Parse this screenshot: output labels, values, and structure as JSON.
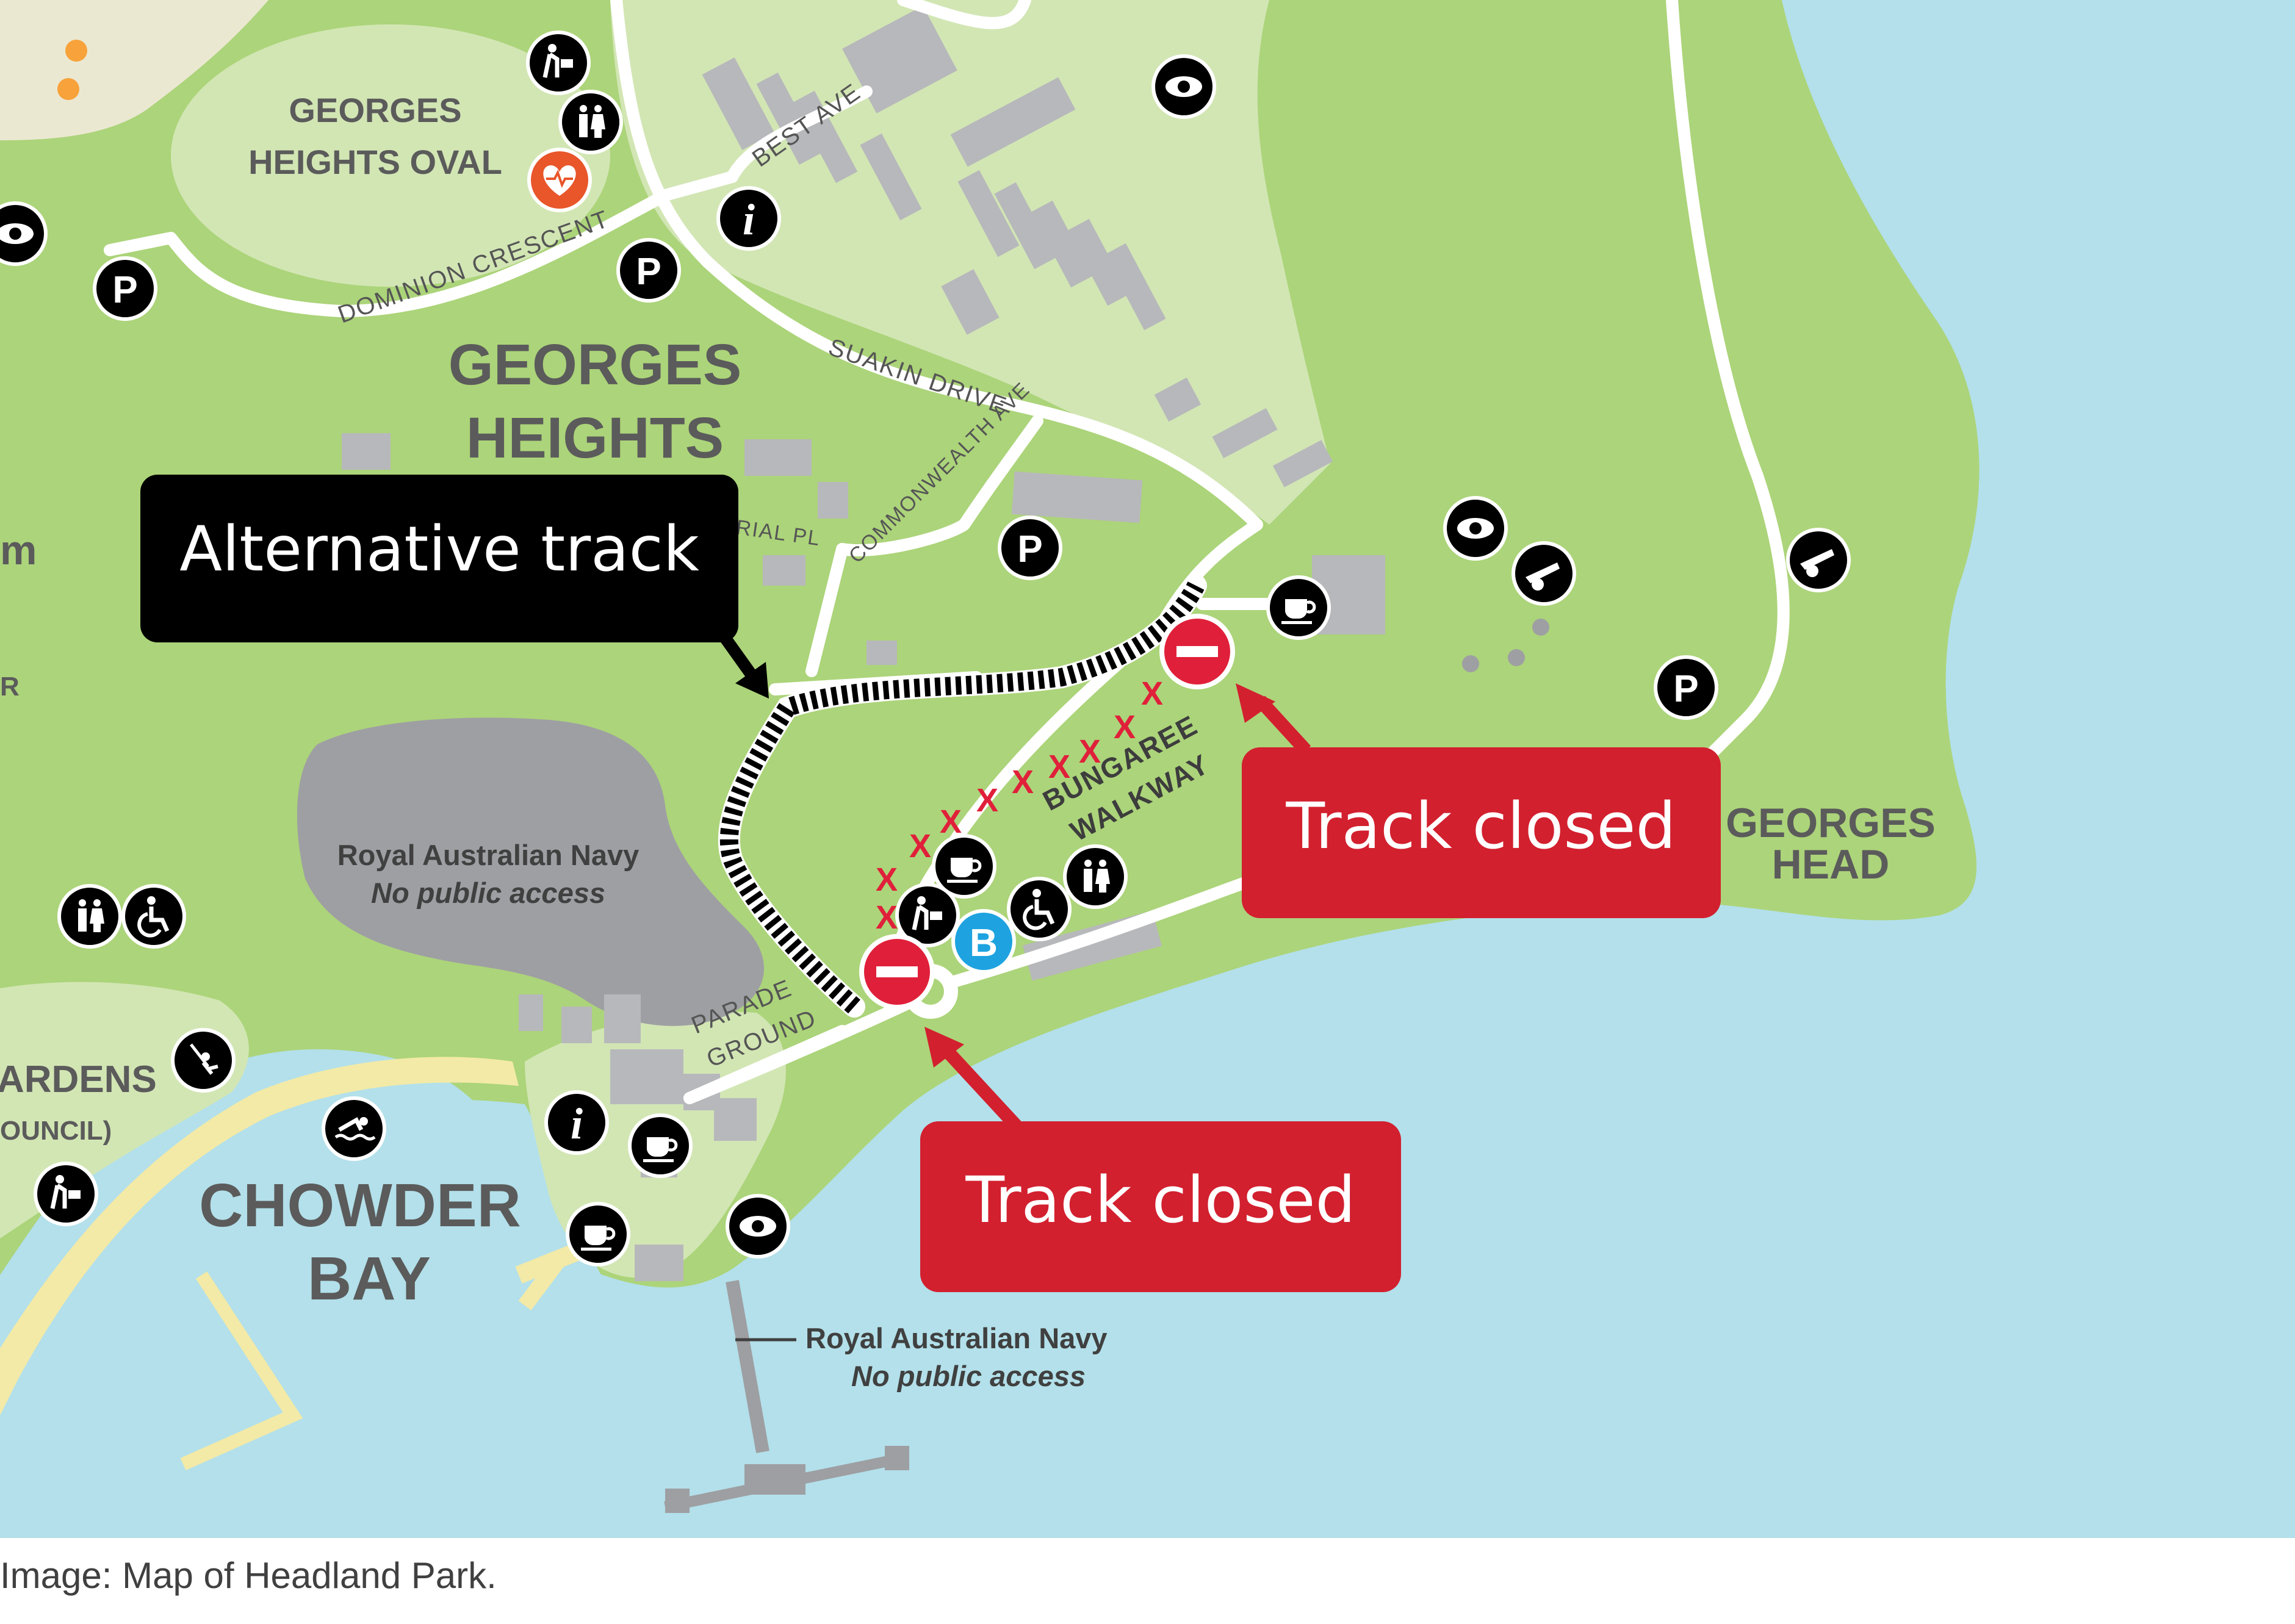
{
  "colors": {
    "water": "#b3e0ea",
    "park_green": "#acd47a",
    "light_green": "#d2e6b4",
    "navy_grey": "#9e9fa3",
    "road": "#ffffff",
    "callout_closed": "#d2202f",
    "callout_alt": "#000000",
    "cross_marks": "#e0203a",
    "icon_bg": "#000000",
    "heart_icon": "#e8562a",
    "bus_icon": "#1ea3e0",
    "sand": "#f3eaa7"
  },
  "labels": {
    "georges_heights_oval": [
      "GEORGES",
      "HEIGHTS OVAL"
    ],
    "georges_heights": [
      "GEORGES",
      "HEIGHTS"
    ],
    "chowder_bay": [
      "CHOWDER",
      "BAY"
    ],
    "georges_head": [
      "GEORGES",
      "HEAD"
    ],
    "gardens_partial": "ARDENS",
    "council_partial": "OUNCIL)",
    "m_partial": "m",
    "r_partial": "R",
    "bungaree_walkway": [
      "BUNGAREE",
      "WALKWAY"
    ],
    "parade_ground": [
      "PARADE",
      "GROUND"
    ]
  },
  "roads": {
    "best_ave": "BEST AVE",
    "dominion_crescent": "DOMINION CRESCENT",
    "suakin_drive": "SUAKIN DRIVE",
    "commonwealth_ave": "COMMONWEALTH AVE",
    "imperial_pl_partial": "RIAL PL"
  },
  "navy_areas": [
    {
      "title": "Royal Australian Navy",
      "subtitle": "No public access"
    },
    {
      "title": "Royal Australian Navy",
      "subtitle": "No public access"
    }
  ],
  "callouts": {
    "alternative": "Alternative track",
    "closed_right": "Track closed",
    "closed_bottom": "Track closed"
  },
  "cross_mark": "X",
  "icons": {
    "parking_letter": "P",
    "info_letter": "i",
    "bus_letter": "B",
    "types": [
      "parking-icon",
      "info-icon",
      "viewpoint-icon",
      "toilets-icon",
      "accessible-icon",
      "cafe-icon",
      "drinking-water-icon",
      "defibrillator-icon",
      "cannon-icon",
      "swimming-icon",
      "playground-icon",
      "bus-stop-icon",
      "no-entry-icon"
    ]
  },
  "caption": "Image: Map of Headland Park."
}
